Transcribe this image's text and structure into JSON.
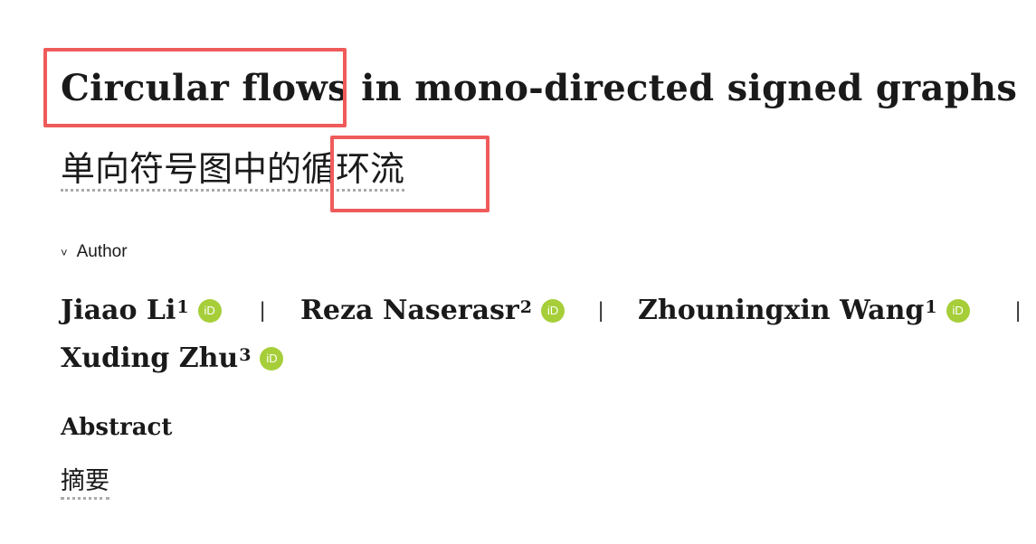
{
  "title": "Circular flows in mono-directed signed graphs",
  "subtitle_cn": "单向符号图中的循环流",
  "author_toggle": {
    "label": "Author",
    "icon": "chevron-down-icon"
  },
  "authors": [
    {
      "name": "Jiaao Li",
      "affil": "1"
    },
    {
      "name": "Reza Naserasr",
      "affil": "2"
    },
    {
      "name": "Zhouningxin Wang",
      "affil": "1"
    },
    {
      "name": "Xuding Zhu",
      "affil": "3"
    }
  ],
  "separator": "|",
  "orcid_label": "iD",
  "abstract": {
    "heading": "Abstract",
    "cn": "摘要"
  },
  "colors": {
    "highlight": "#ef5b5b",
    "orcid": "#a6ce39"
  }
}
